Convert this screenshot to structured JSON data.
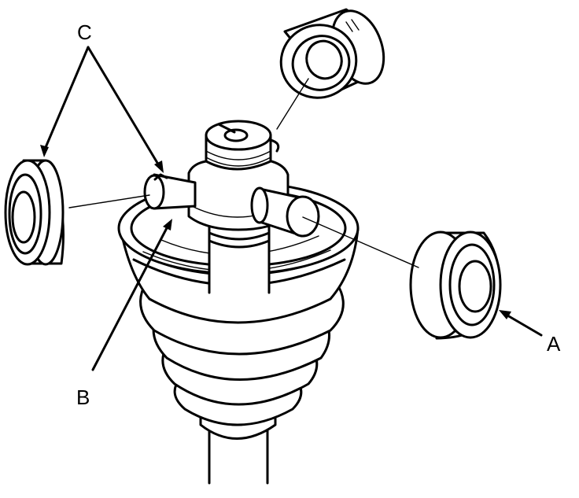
{
  "diagram": {
    "callouts": {
      "a": "A",
      "b": "B",
      "c": "C"
    },
    "colors": {
      "line": "#000000",
      "background": "#ffffff"
    }
  }
}
